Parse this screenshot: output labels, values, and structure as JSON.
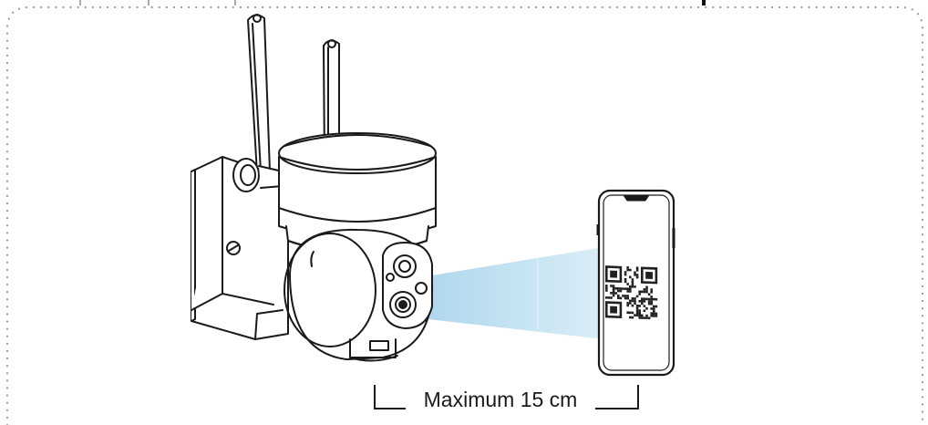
{
  "diagram": {
    "distance_label": "Maximum 15 cm",
    "elements": {
      "camera": "ptz-camera-with-two-antennas",
      "phone": "smartphone-showing-qr-code",
      "beam": "camera-view-beam"
    },
    "colors": {
      "line": "#1a1a1a",
      "frame_dots": "#9a9a9a",
      "beam_light": "#d9eef8",
      "beam_dark": "#a9d4eb",
      "qr_dark": "#222222"
    }
  }
}
